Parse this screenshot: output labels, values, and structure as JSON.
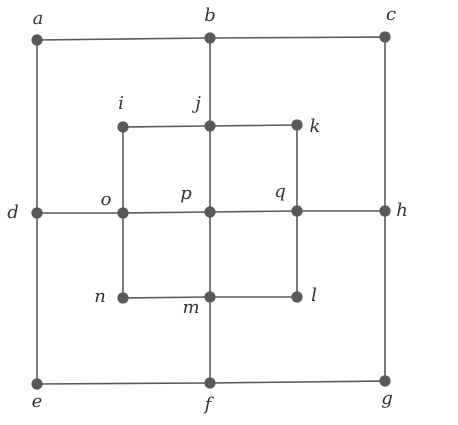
{
  "graph": {
    "vertices": [
      {
        "id": "a",
        "label": "a"
      },
      {
        "id": "b",
        "label": "b"
      },
      {
        "id": "c",
        "label": "c"
      },
      {
        "id": "d",
        "label": "d"
      },
      {
        "id": "e",
        "label": "e"
      },
      {
        "id": "f",
        "label": "f"
      },
      {
        "id": "g",
        "label": "g"
      },
      {
        "id": "h",
        "label": "h"
      },
      {
        "id": "i",
        "label": "i"
      },
      {
        "id": "j",
        "label": "j"
      },
      {
        "id": "k",
        "label": "k"
      },
      {
        "id": "l",
        "label": "l"
      },
      {
        "id": "m",
        "label": "m"
      },
      {
        "id": "n",
        "label": "n"
      },
      {
        "id": "o",
        "label": "o"
      },
      {
        "id": "p",
        "label": "p"
      },
      {
        "id": "q",
        "label": "q"
      }
    ],
    "edges": [
      [
        "a",
        "b"
      ],
      [
        "b",
        "c"
      ],
      [
        "a",
        "d"
      ],
      [
        "d",
        "e"
      ],
      [
        "c",
        "h"
      ],
      [
        "h",
        "g"
      ],
      [
        "e",
        "f"
      ],
      [
        "f",
        "g"
      ],
      [
        "b",
        "j"
      ],
      [
        "j",
        "p"
      ],
      [
        "p",
        "m"
      ],
      [
        "m",
        "f"
      ],
      [
        "d",
        "o"
      ],
      [
        "o",
        "p"
      ],
      [
        "p",
        "q"
      ],
      [
        "q",
        "h"
      ],
      [
        "i",
        "j"
      ],
      [
        "j",
        "k"
      ],
      [
        "k",
        "q"
      ],
      [
        "q",
        "l"
      ],
      [
        "l",
        "m"
      ],
      [
        "m",
        "n"
      ],
      [
        "n",
        "o"
      ],
      [
        "o",
        "i"
      ]
    ],
    "colors": {
      "edge": "#5a5a5a",
      "vertex": "#595959",
      "label": "#333333",
      "background": "#ffffff"
    }
  }
}
